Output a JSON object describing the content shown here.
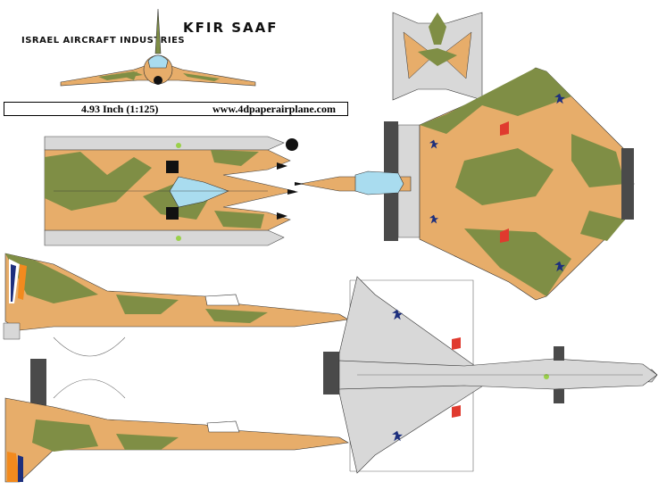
{
  "sheet": {
    "title": "KFIR SAAF",
    "manufacturer": "ISRAEL AIRCRAFT INDUSTRIES",
    "scale_text": "4.93 Inch (1:125)",
    "website": "www.4dpaperairplane.com"
  },
  "colors": {
    "tan": "#e7ad6a",
    "olive": "#7f8e45",
    "grey": "#d8d8d8",
    "dark": "#4a4a4a",
    "canopy": "#a9dcef",
    "roundel_blue": "#1d2f7d",
    "marking_red": "#e03a2e",
    "marking_orange": "#f28a1e"
  }
}
